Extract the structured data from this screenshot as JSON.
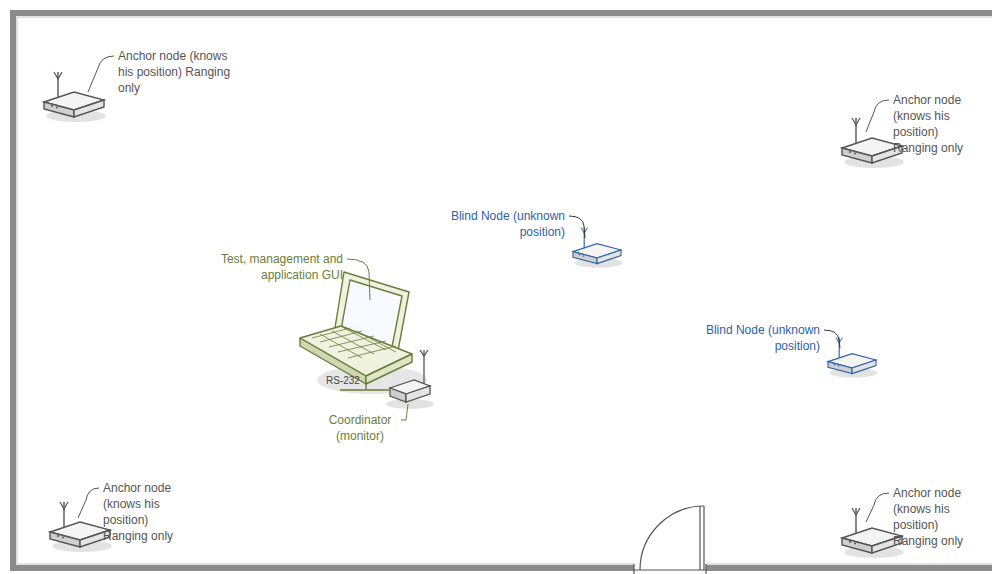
{
  "diagram": {
    "labels": [
      "Anchor node (knows his position) Ranging only",
      "Anchor node (knows his position) Ranging only",
      "Blind Node (unknown position)",
      "Test, management and application GUI",
      "Blind Node (unknown position)",
      "RS-232",
      "Coordinator (monitor)",
      "Anchor node (knows his position) Ranging only",
      "Anchor node (knows his position) Ranging only"
    ]
  }
}
